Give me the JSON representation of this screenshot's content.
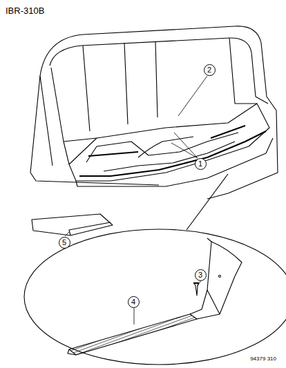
{
  "diagram": {
    "nodes": [
      {
        "text": [
          "2"
        ]
      },
      {
        "text": [
          "1"
        ]
      },
      {
        "text": [
          "5"
        ]
      },
      {
        "text": [
          "3"
        ]
      },
      {
        "text": [
          "4"
        ]
      }
    ],
    "labels": [
      "IBR-310B",
      "94379 310"
    ]
  }
}
